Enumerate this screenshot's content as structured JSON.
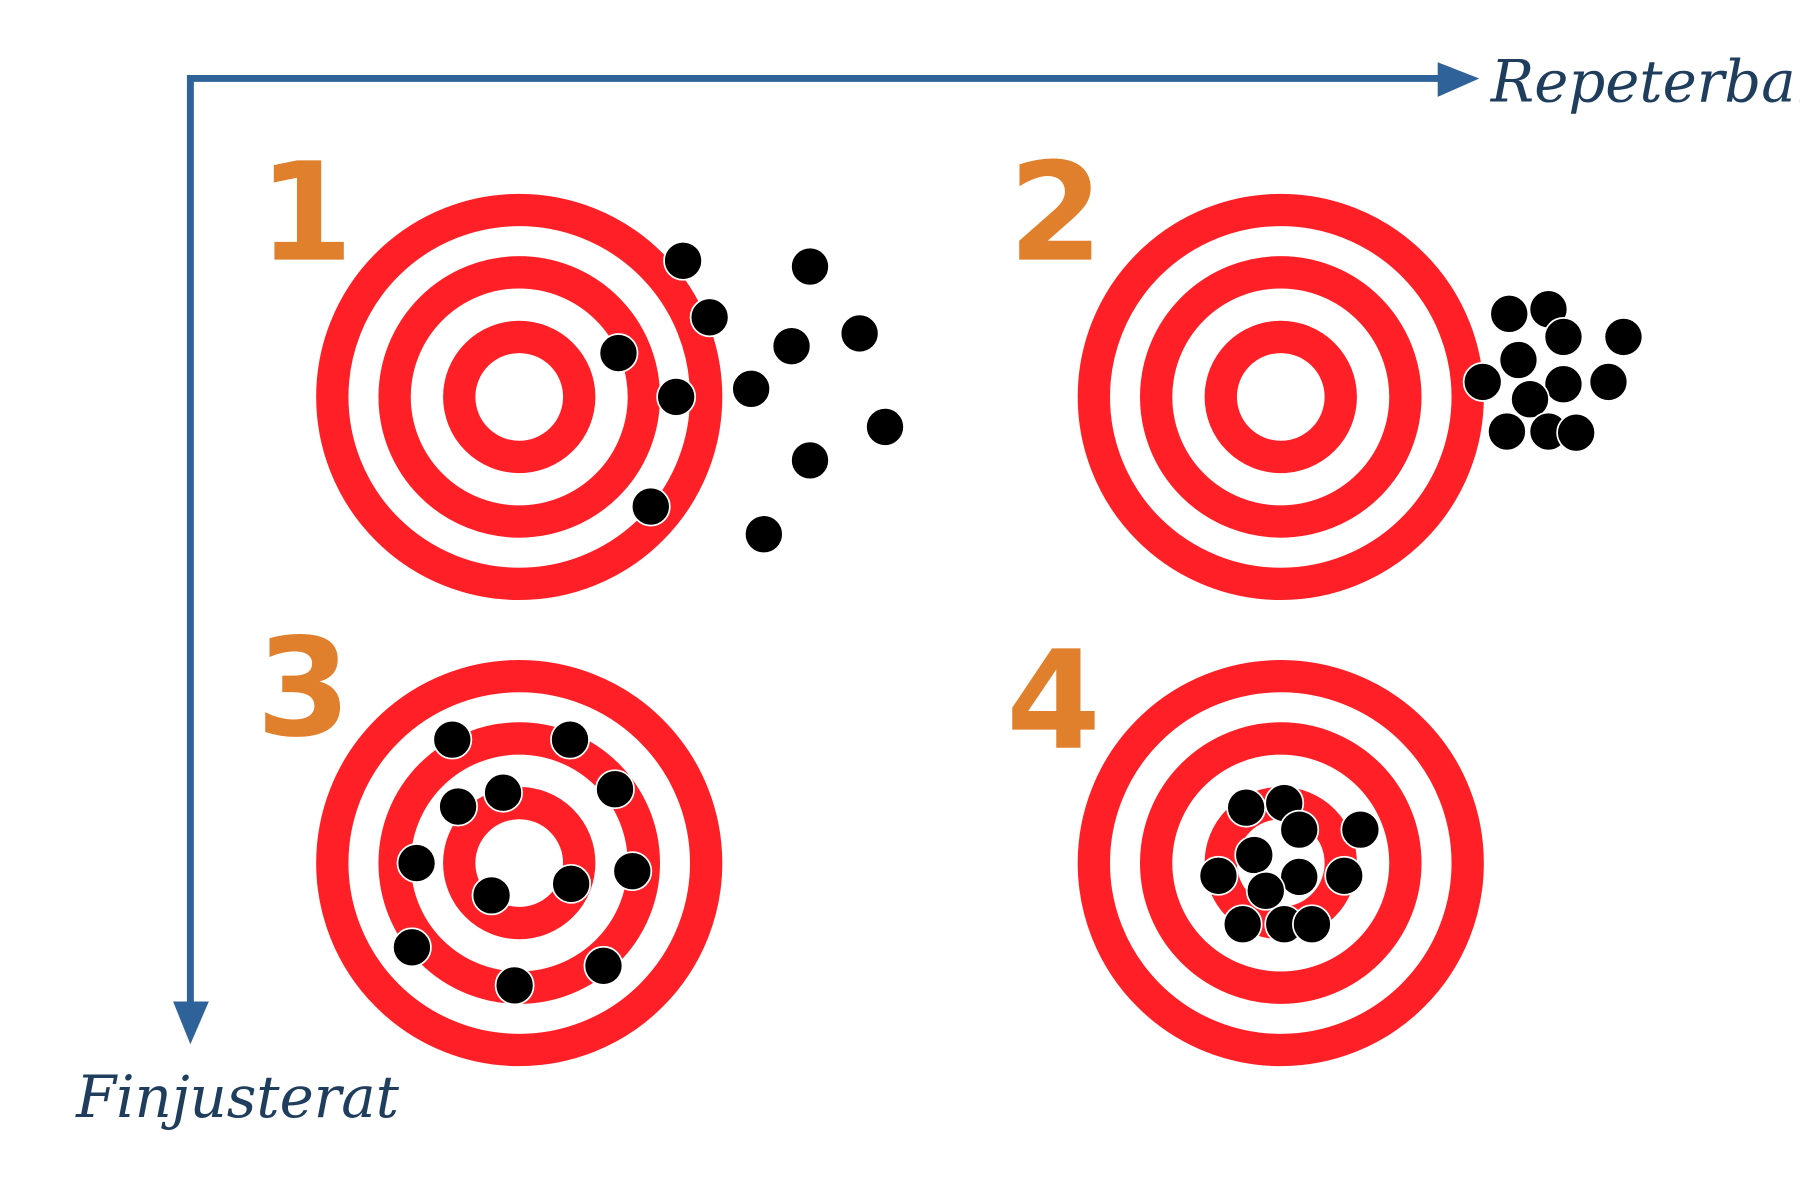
{
  "axes": {
    "horizontal_label": "Repeterbart",
    "vertical_label": "Finjusterat",
    "color": "#2e6299"
  },
  "targets": [
    {
      "label": "1",
      "shots": 12
    },
    {
      "label": "2",
      "shots": 12
    },
    {
      "label": "3",
      "shots": 12
    },
    {
      "label": "4",
      "shots": 12
    }
  ],
  "colors": {
    "ring": "#ff1f26",
    "number": "#e07f2c",
    "shot": "#000000",
    "text": "#1f3d5c"
  }
}
